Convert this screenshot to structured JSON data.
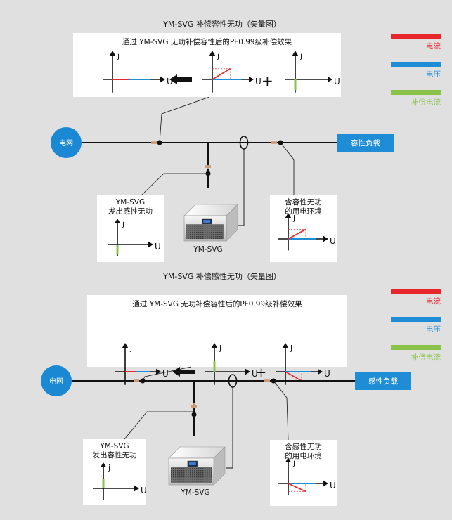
{
  "colors": {
    "background": "#e0e0e0",
    "current": "#e8262b",
    "voltage": "#1f8dd6",
    "compensation": "#8bc34a",
    "grid_node": "#1a88d2",
    "load_box": "#1f8dd6",
    "line": "#111111"
  },
  "legend_labels": {
    "current": "电流",
    "voltage": "电压",
    "compensation": "补偿电流"
  },
  "sections": [
    {
      "id": "capacitive",
      "title": "YM-SVG 补偿容性无功（矢量图）",
      "effect_title": "通过 YM-SVG 无功补偿容性后的PF0.99级补偿效果",
      "axis_j": "j",
      "axis_u": "U",
      "plus": "+",
      "grid_label": "电网",
      "load_label": "容性负载",
      "svg_label": "YM-SVG\n发出感性无功",
      "device_label": "YM-SVG",
      "env_label": "含容性无功\n的用电环境"
    },
    {
      "id": "inductive",
      "title": "YM-SVG 补偿感性无功（矢量图）",
      "effect_title": "通过 YM-SVG 无功补偿容性后的PF0.99级补偿效果",
      "axis_j": "j",
      "axis_u": "U",
      "plus": "+",
      "grid_label": "电网",
      "load_label": "感性负载",
      "svg_label": "YM-SVG\n发出容性无功",
      "device_label": "YM-SVG",
      "env_label": "含感性无功\n的用电环境"
    }
  ]
}
